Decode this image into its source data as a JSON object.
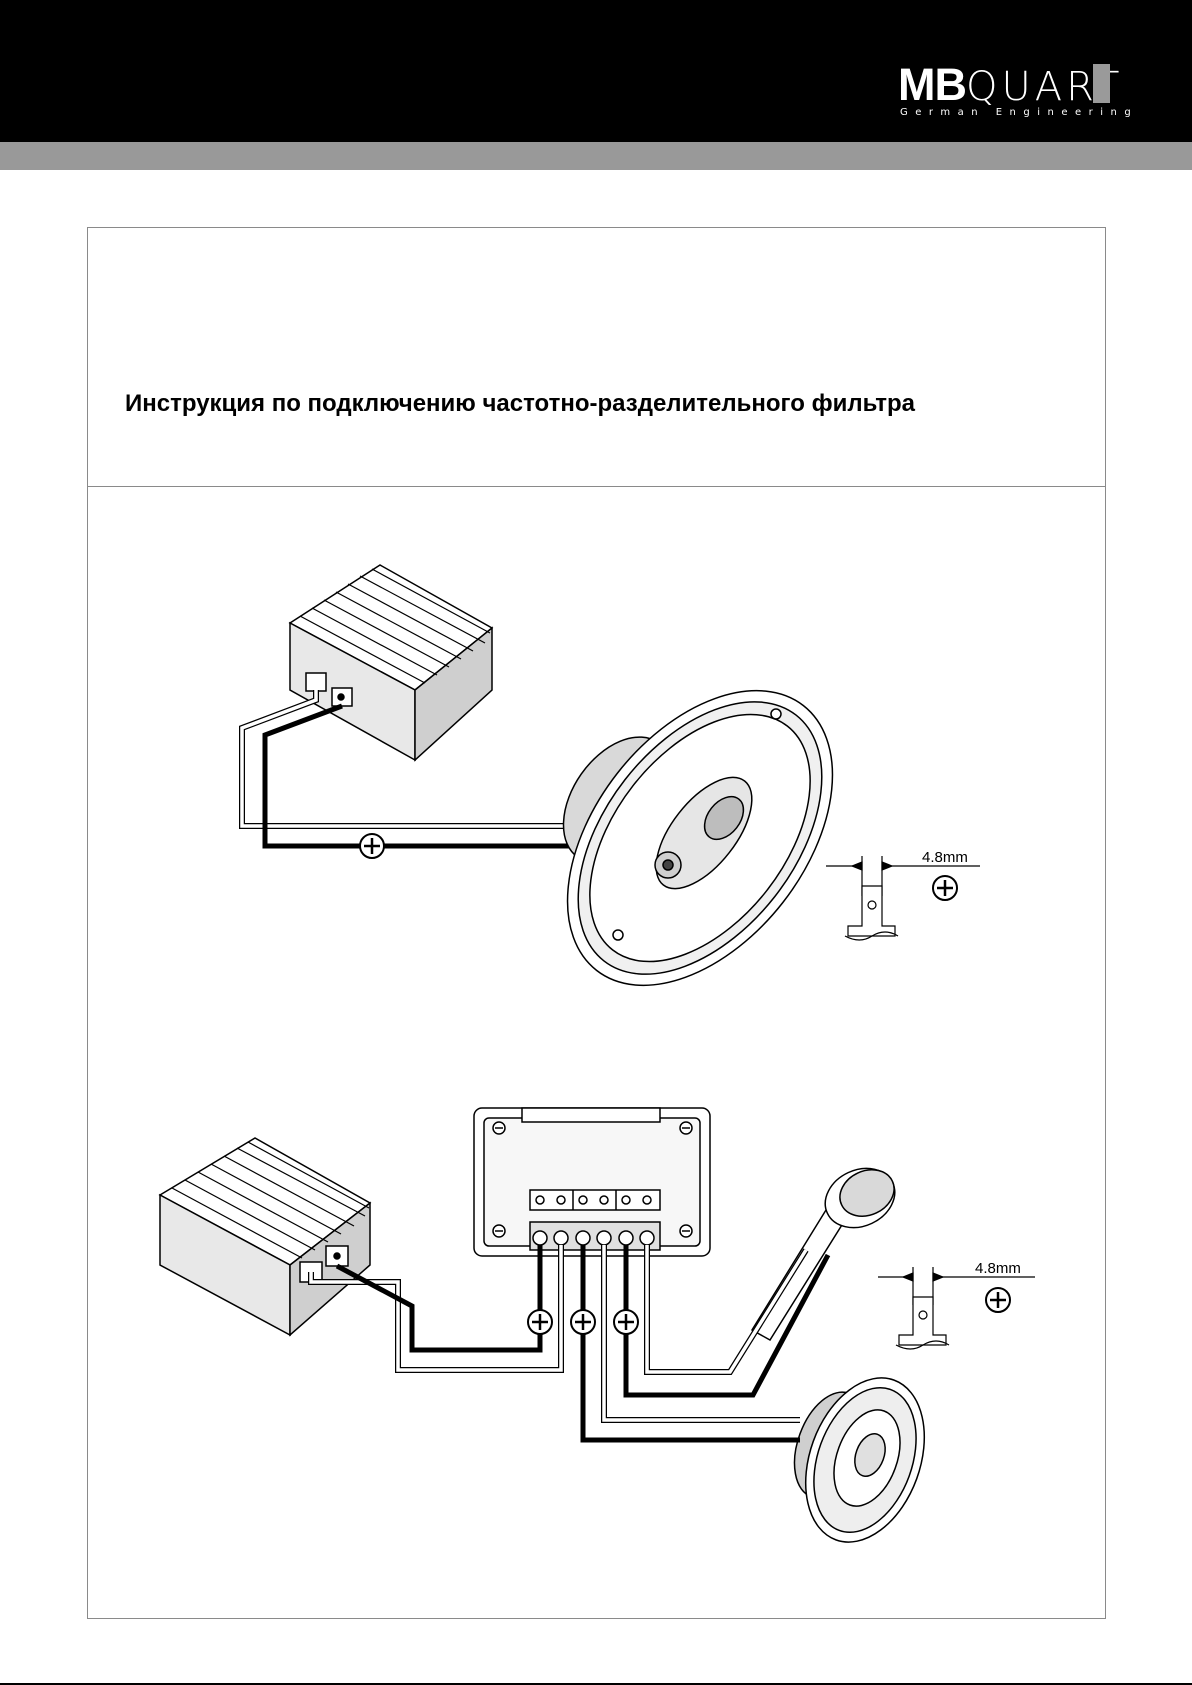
{
  "brand": {
    "mb": "MB",
    "quart": "QUART",
    "tagline": "German Engineering"
  },
  "title": "Инструкция по подключению частотно-разделительного фильтра",
  "diagram1": {
    "terminal_width": "4.8mm"
  },
  "diagram2": {
    "terminal_width": "4.8mm"
  },
  "colors": {
    "header": "#000000",
    "stripe": "#999999",
    "frame": "#8a8a8a"
  }
}
